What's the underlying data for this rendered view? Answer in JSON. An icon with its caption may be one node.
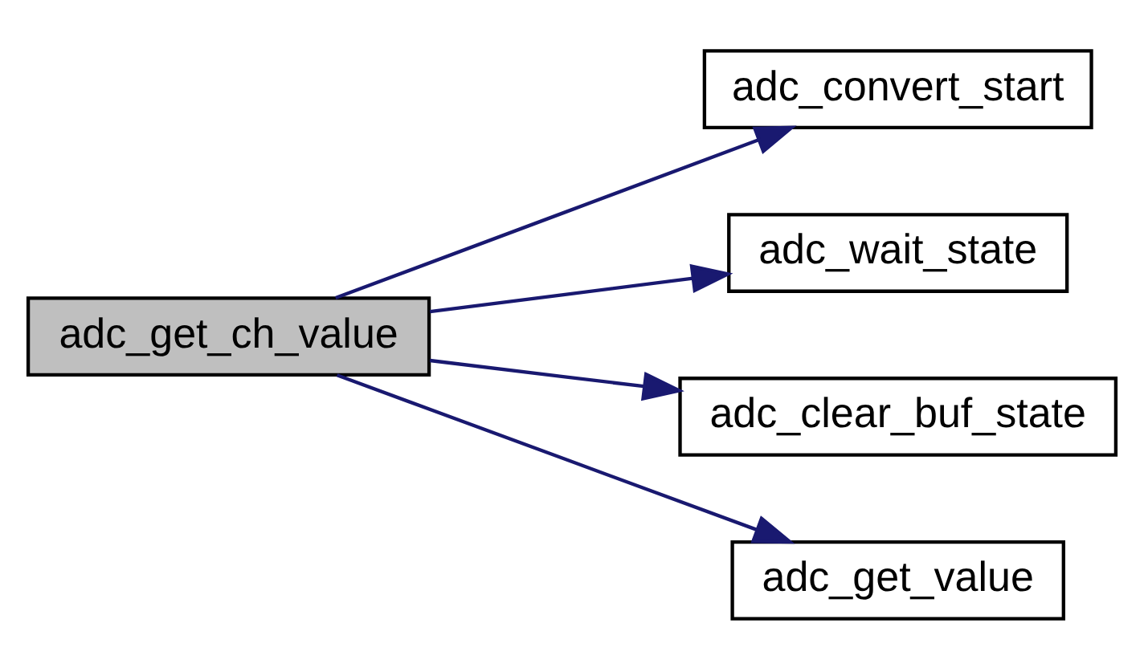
{
  "diagram": {
    "nodes": [
      {
        "text": [
          "adc_get_ch_value"
        ]
      },
      {
        "text": [
          "adc_convert_start"
        ]
      },
      {
        "text": [
          "adc_wait_state"
        ]
      },
      {
        "text": [
          "adc_clear_buf_state"
        ]
      },
      {
        "text": [
          "adc_get_value"
        ]
      }
    ],
    "edges": [
      {
        "from": 0,
        "to": 1,
        "arrow": "to"
      },
      {
        "from": 0,
        "to": 2,
        "arrow": "to"
      },
      {
        "from": 0,
        "to": 3,
        "arrow": "to"
      },
      {
        "from": 0,
        "to": 4,
        "arrow": "to"
      }
    ]
  }
}
